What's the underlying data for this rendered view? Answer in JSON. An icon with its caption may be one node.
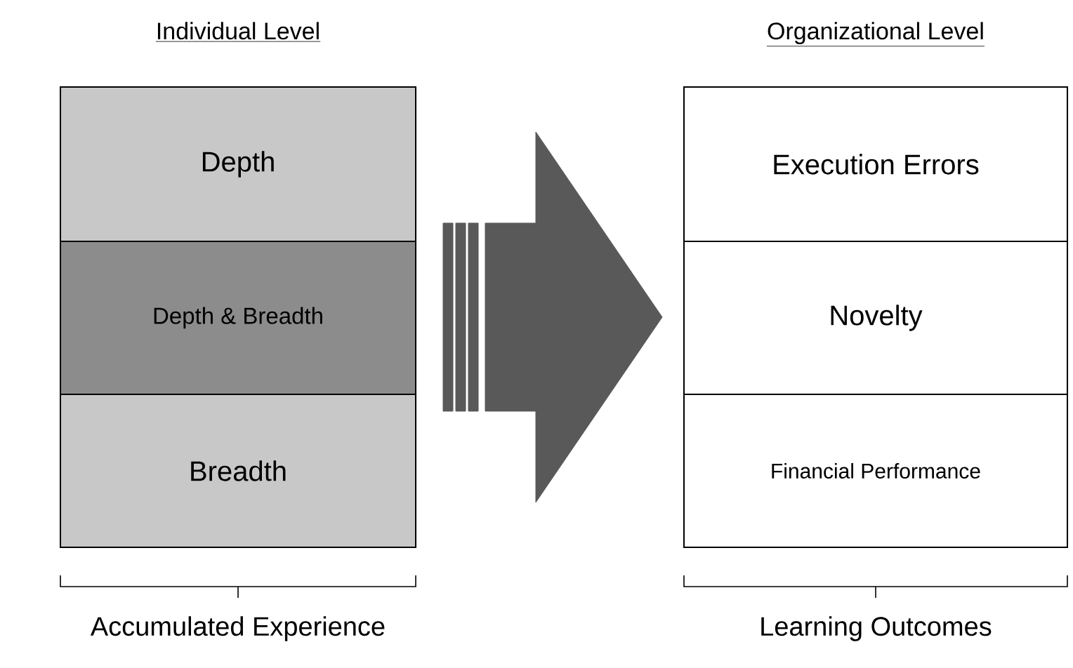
{
  "diagram": {
    "nodes": [
      {
        "text": [
          "Individual Level"
        ],
        "beside": [
          "Accumulated Experience"
        ]
      },
      {
        "text": [
          "Depth"
        ],
        "in": 0
      },
      {
        "text": [
          "Depth & Breadth"
        ],
        "in": 0
      },
      {
        "text": [
          "Breadth"
        ],
        "in": 0
      },
      {
        "text": [
          "Organizational Level"
        ],
        "beside": [
          "Learning Outcomes"
        ]
      },
      {
        "text": [
          "Execution Errors"
        ],
        "in": 4
      },
      {
        "text": [
          "Novelty"
        ],
        "in": 4
      },
      {
        "text": [
          "Financial Performance"
        ],
        "in": 4
      }
    ],
    "edges": [
      {
        "from": 0,
        "to": 4,
        "arrow": "to",
        "style": "thick"
      }
    ]
  }
}
